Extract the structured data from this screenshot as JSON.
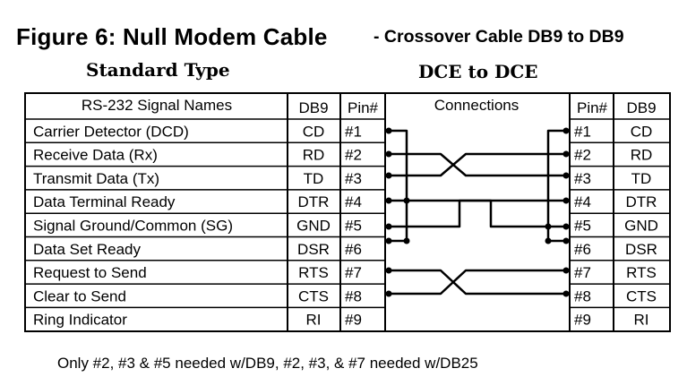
{
  "title": "Figure 6: Null Modem Cable",
  "subtitle": "- Crossover Cable DB9 to DB9",
  "left_heading": "Standard Type",
  "right_heading": "DCE to DCE",
  "table": {
    "headers": {
      "signal": "RS-232 Signal Names",
      "db9_left": "DB9",
      "pin_left": "Pin#",
      "connections": "Connections",
      "pin_right": "Pin#",
      "db9_right": "DB9"
    },
    "rows": [
      {
        "signal": "Carrier Detector (DCD)",
        "db9": "CD",
        "pin": "#1"
      },
      {
        "signal": "Receive Data (Rx)",
        "db9": "RD",
        "pin": "#2"
      },
      {
        "signal": "Transmit Data (Tx)",
        "db9": "TD",
        "pin": "#3"
      },
      {
        "signal": "Data Terminal Ready",
        "db9": "DTR",
        "pin": "#4"
      },
      {
        "signal": "Signal Ground/Common (SG)",
        "db9": "GND",
        "pin": "#5"
      },
      {
        "signal": "Data Set Ready",
        "db9": "DSR",
        "pin": "#6"
      },
      {
        "signal": "Request to Send",
        "db9": "RTS",
        "pin": "#7"
      },
      {
        "signal": "Clear to Send",
        "db9": "CTS",
        "pin": "#8"
      },
      {
        "signal": "Ring Indicator",
        "db9": "RI",
        "pin": "#9"
      }
    ]
  },
  "footnote": "Only #2, #3 & #5 needed w/DB9, #2, #3, & #7 needed w/DB25"
}
